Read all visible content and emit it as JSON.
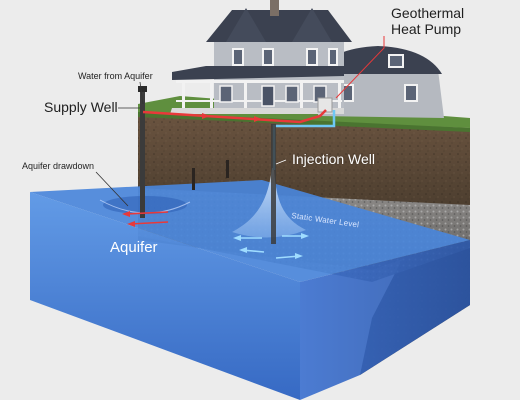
{
  "labels": {
    "geothermal_line1": "Geothermal",
    "geothermal_line2": "Heat Pump",
    "water_from_aquifer": "Water from Aquifer",
    "supply_well": "Supply Well",
    "aquifer_drawdown": "Aquifer drawdown",
    "injection_well": "Injection Well",
    "static_water_level": "Static Water Level",
    "aquifer": "Aquifer"
  },
  "colors": {
    "background": "#ececec",
    "grass": "#5f8f3e",
    "soil": "#5a4632",
    "gravel": "#8f8f8f",
    "aquifer_water": "#3f7fd6",
    "supply_pipe": "#e8393a",
    "return_pipe": "#6ec8f5",
    "house_siding": "#b9bdc4",
    "roof": "#3b4150"
  }
}
